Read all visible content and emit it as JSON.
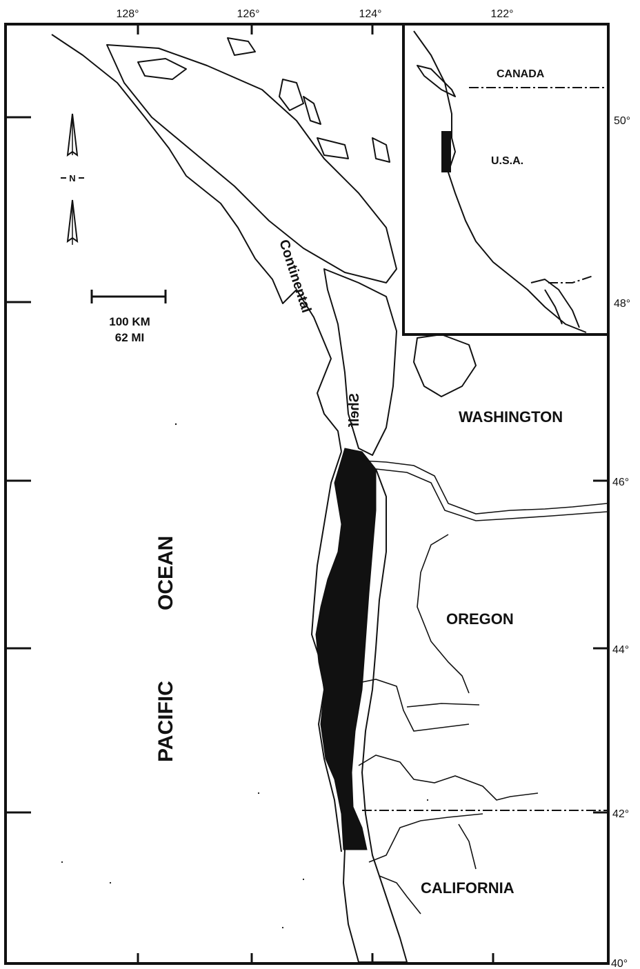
{
  "longitude_labels": [
    "128°",
    "126°",
    "124°",
    "122°"
  ],
  "latitude_labels": [
    "50°",
    "48°",
    "46°",
    "44°",
    "42°",
    "40°"
  ],
  "map_labels": {
    "ocean_word_1": "PACIFIC",
    "ocean_word_2": "OCEAN",
    "shelf_word_1": "Continental",
    "shelf_word_2": "Shelf",
    "state_washington": "WASHINGTON",
    "state_oregon": "OREGON",
    "state_california": "CALIFORNIA"
  },
  "inset_labels": {
    "country_north": "CANADA",
    "country_south": "U.S.A."
  },
  "scale_bar": {
    "km_label": "100 KM",
    "mi_label": "62 MI"
  },
  "north_arrow": {
    "label": "N"
  },
  "icons": [
    "north-arrow-icon"
  ],
  "colors": {
    "ink": "#111111",
    "paper": "#ffffff",
    "highlight_area": "#111111"
  }
}
